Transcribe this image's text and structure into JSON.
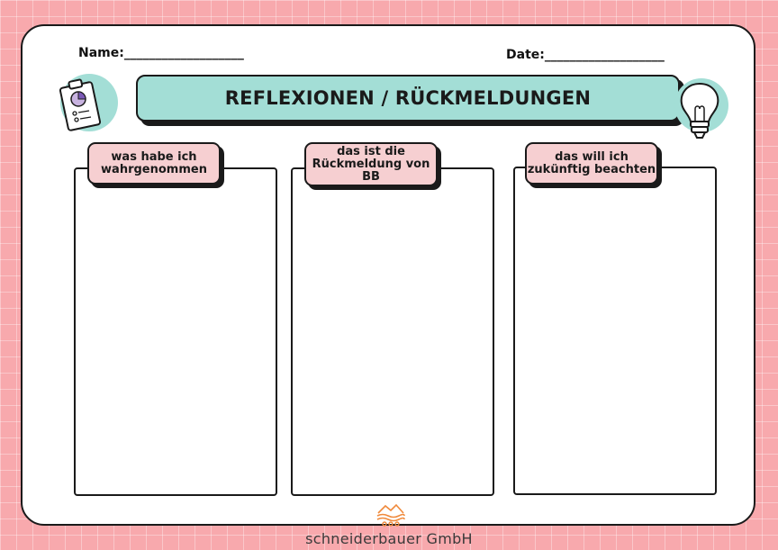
{
  "header": {
    "name_label": "Name:___________________",
    "date_label": "Date:___________________",
    "title": "REFLEXIONEN / RÜCKMELDUNGEN"
  },
  "columns": [
    {
      "label": "was habe ich wahrgenommen"
    },
    {
      "label": "das ist die Rückmeldung von BB"
    },
    {
      "label": "das will ich zukünftig beachten"
    }
  ],
  "footer": {
    "company": "schneiderbauer GmbH"
  },
  "icons": [
    "clipboard-chart-icon",
    "lightbulb-icon",
    "company-logo-icon"
  ],
  "colors": {
    "background": "#f8a9ad",
    "title_fill": "#a3ded6",
    "label_fill": "#f6cfd1",
    "logo": "#f08a3c"
  }
}
